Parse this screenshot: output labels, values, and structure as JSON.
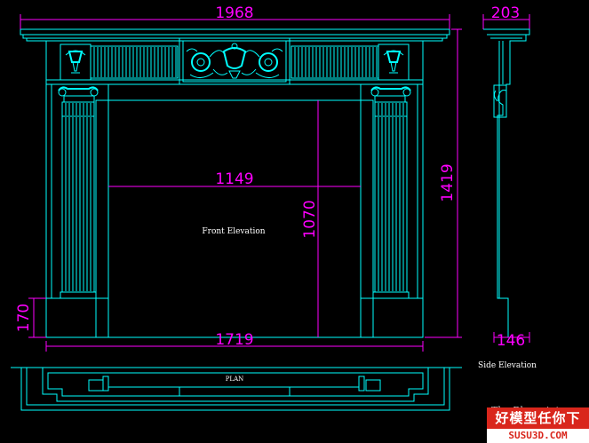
{
  "dimensions": {
    "overall_width": "1968",
    "side_depth": "203",
    "overall_height": "1419",
    "opening_width": "1149",
    "opening_height": "1070",
    "plinth_height": "170",
    "base_width": "1719",
    "side_base_depth": "146"
  },
  "labels": {
    "front_elevation": "Front Elevation",
    "side_elevation": "Side Elevation",
    "plan": "PLAN",
    "blueprint": "The Blueprint"
  },
  "watermark": {
    "chinese": "好模型任你下",
    "site": "SUSU3D.COM"
  },
  "colors": {
    "line": "#00ffff",
    "dimension": "#ff00ff",
    "background": "#000000"
  }
}
